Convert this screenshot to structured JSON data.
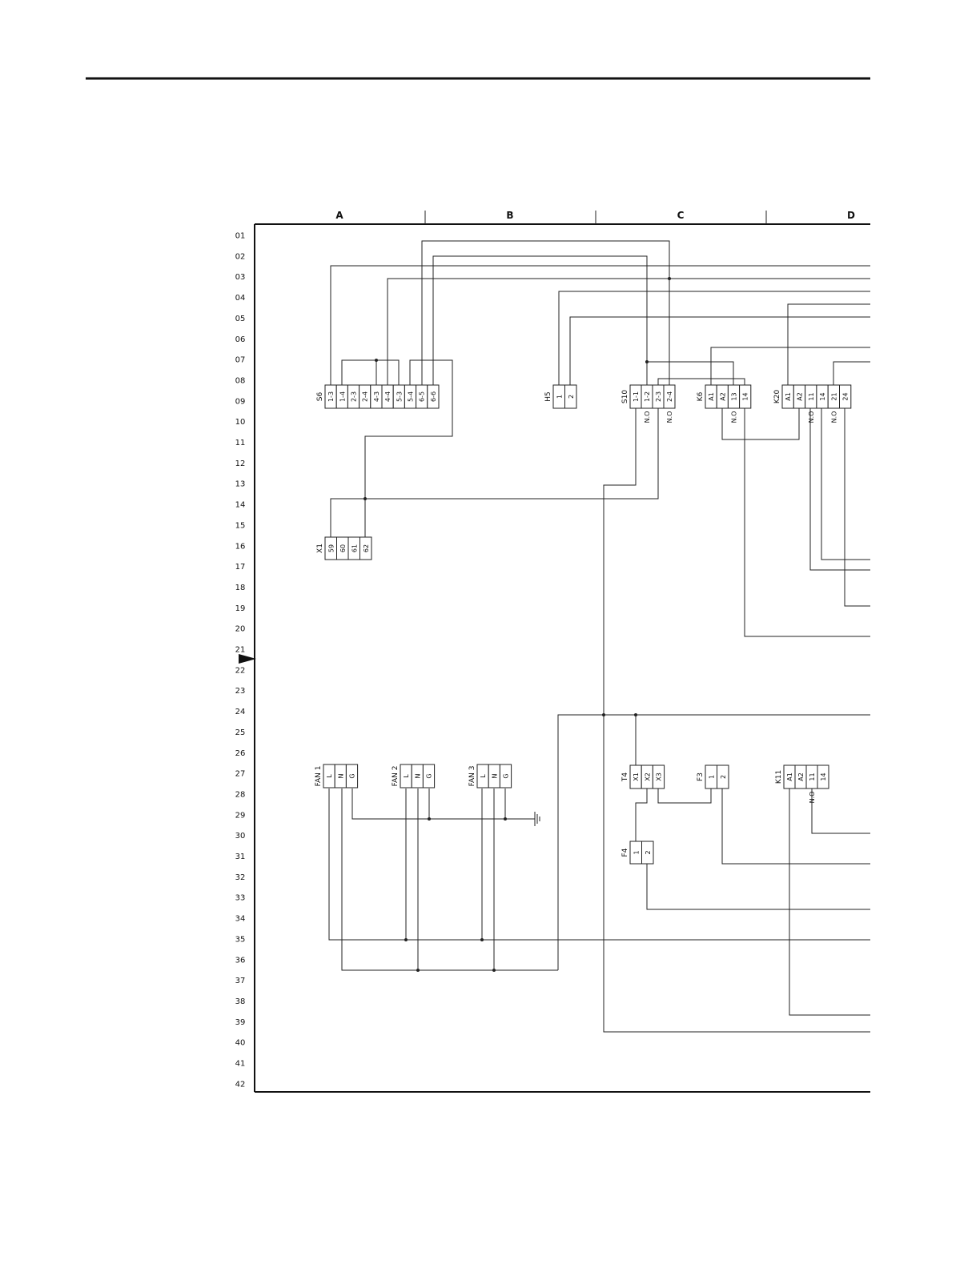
{
  "grid": {
    "columns": [
      "A",
      "B",
      "C",
      "D"
    ],
    "rows": [
      "01",
      "02",
      "03",
      "04",
      "05",
      "06",
      "07",
      "08",
      "09",
      "10",
      "11",
      "12",
      "13",
      "14",
      "15",
      "16",
      "17",
      "18",
      "19",
      "20",
      "21",
      "22",
      "23",
      "24",
      "25",
      "26",
      "27",
      "28",
      "29",
      "30",
      "31",
      "32",
      "33",
      "34",
      "35",
      "36",
      "37",
      "38",
      "39",
      "40",
      "41",
      "42"
    ]
  },
  "devices": {
    "S6": {
      "label": "S6",
      "pins": [
        "1-3",
        "1-4",
        "2-3",
        "2-4",
        "4-3",
        "4-4",
        "5-3",
        "5-4",
        "6-5",
        "6-6"
      ]
    },
    "H5": {
      "label": "H5",
      "pins": [
        "1",
        "2"
      ]
    },
    "S10": {
      "label": "S10",
      "pins": [
        "1-1",
        "1-2",
        "2-3",
        "2-4"
      ],
      "notes": [
        "N.O",
        "N.O"
      ]
    },
    "K6": {
      "label": "K6",
      "pins": [
        "A1",
        "A2",
        "13",
        "14"
      ],
      "notes": [
        "N.O"
      ]
    },
    "K20": {
      "label": "K20",
      "pins": [
        "A1",
        "A2",
        "11",
        "14",
        "21",
        "24"
      ],
      "notes": [
        "N.O",
        "N.O"
      ]
    },
    "X1": {
      "label": "X1",
      "pins": [
        "59",
        "60",
        "61",
        "62"
      ]
    },
    "FAN1": {
      "label": "FAN 1",
      "pins": [
        "L",
        "N",
        "G"
      ]
    },
    "FAN2": {
      "label": "FAN 2",
      "pins": [
        "L",
        "N",
        "G"
      ]
    },
    "FAN3": {
      "label": "FAN 3",
      "pins": [
        "L",
        "N",
        "G"
      ]
    },
    "T4": {
      "label": "T4",
      "pins": [
        "X1",
        "X2",
        "X3"
      ]
    },
    "F3": {
      "label": "F3",
      "pins": [
        "1",
        "2"
      ]
    },
    "F4": {
      "label": "F4",
      "pins": [
        "1",
        "2"
      ]
    },
    "K11": {
      "label": "K11",
      "pins": [
        "A1",
        "A2",
        "11",
        "14"
      ],
      "notes": [
        "N.O"
      ]
    }
  }
}
